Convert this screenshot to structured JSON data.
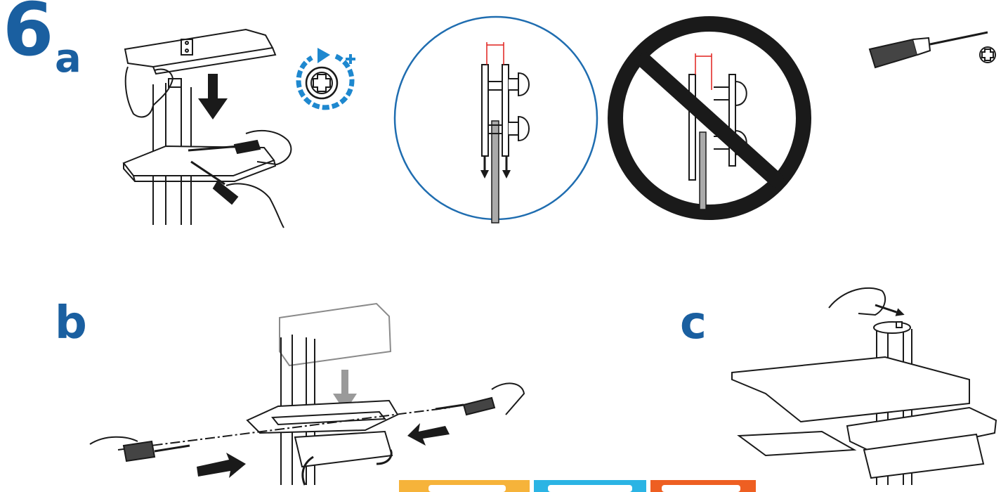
{
  "step": {
    "number": "6"
  },
  "substeps": {
    "a": "a",
    "b": "b",
    "c": "c"
  },
  "icons": {
    "screwdriver": "phillips-screwdriver-icon",
    "tighten": "clockwise-tighten-phillips-icon",
    "prohibited": "prohibition-icon"
  },
  "colors": {
    "label": "#1a5fa0",
    "detail_circle": "#1f6db0",
    "tighten_icon": "#1e88cf",
    "measure_lines": "#e0201d",
    "prohibition": "#1a1a1a",
    "ghost_gray": "#9a9a9a",
    "strip_yellow": "#f6b33a",
    "strip_cyan": "#2bb4e4",
    "strip_orange": "#ee5f22"
  }
}
